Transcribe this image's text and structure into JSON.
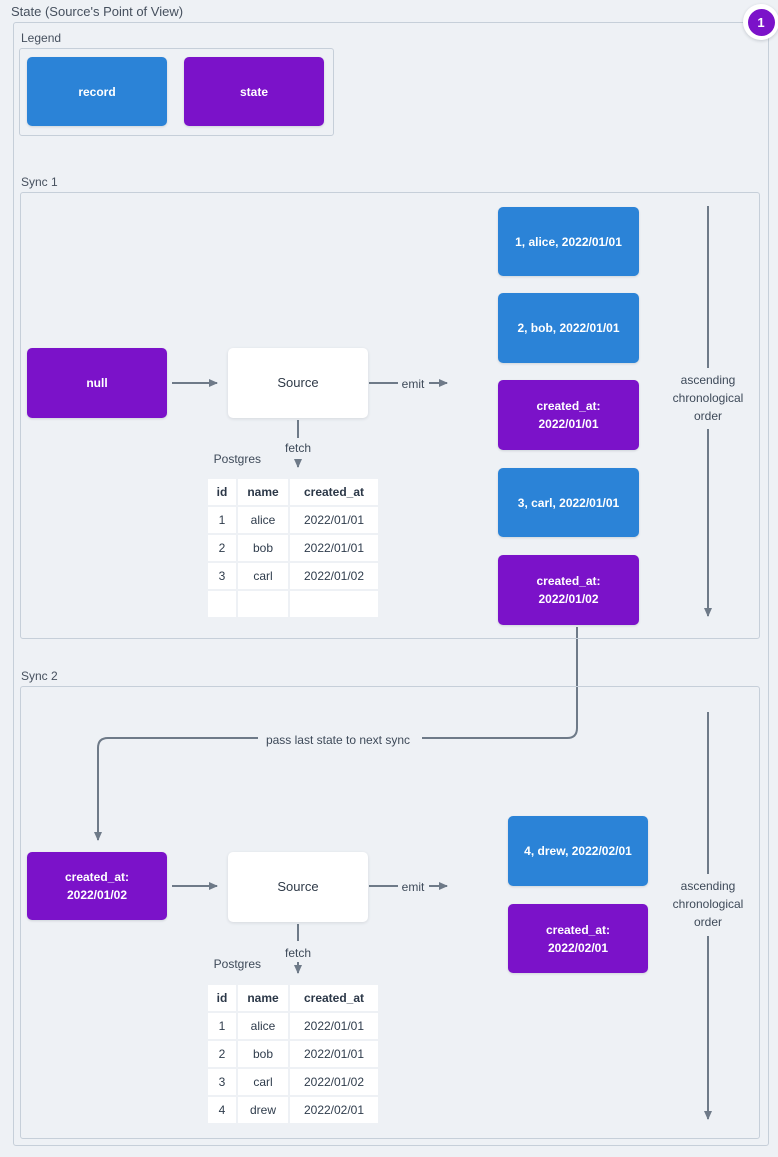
{
  "title": "State (Source's Point of View)",
  "badge": "1",
  "legend": {
    "label": "Legend",
    "record_label": "record",
    "state_label": "state"
  },
  "pass_label": "pass last state to next sync",
  "sync1": {
    "label": "Sync 1",
    "input_state": "null",
    "source": "Source",
    "emit": "emit",
    "fetch": "fetch",
    "db": "Postgres",
    "order_note": "ascending\nchronological\norder",
    "emitted": {
      "record1": "1, alice, 2022/01/01",
      "record2": "2, bob, 2022/01/01",
      "state1": "created_at:\n2022/01/01",
      "record3": "3, carl, 2022/01/01",
      "state2": "created_at:\n2022/01/02"
    },
    "table": {
      "headers": [
        "id",
        "name",
        "created_at"
      ],
      "rows": [
        [
          "1",
          "alice",
          "2022/01/01"
        ],
        [
          "2",
          "bob",
          "2022/01/01"
        ],
        [
          "3",
          "carl",
          "2022/01/02"
        ],
        [
          "",
          "",
          ""
        ]
      ]
    }
  },
  "sync2": {
    "label": "Sync 2",
    "input_state": "created_at:\n2022/01/02",
    "source": "Source",
    "emit": "emit",
    "fetch": "fetch",
    "db": "Postgres",
    "order_note": "ascending\nchronological\norder",
    "emitted": {
      "record4": "4, drew, 2022/02/01",
      "state3": "created_at:\n2022/02/01"
    },
    "table": {
      "headers": [
        "id",
        "name",
        "created_at"
      ],
      "rows": [
        [
          "1",
          "alice",
          "2022/01/01"
        ],
        [
          "2",
          "bob",
          "2022/01/01"
        ],
        [
          "3",
          "carl",
          "2022/01/02"
        ],
        [
          "4",
          "drew",
          "2022/02/01"
        ]
      ]
    }
  },
  "colors": {
    "record": "#2b83d7",
    "state": "#7b12c9",
    "badge": "#7b12c9",
    "arrow": "#6e7a88",
    "background": "#eef1f5"
  }
}
